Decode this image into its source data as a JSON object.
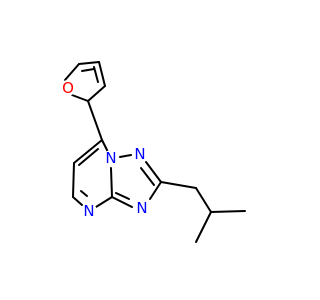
{
  "molecule": {
    "atom_labels": {
      "furan_oxygen": "O",
      "bridge_nitrogen": "N",
      "triazole_nitrogen_top": "N",
      "triazole_nitrogen_bottom": "N",
      "pyrimidine_nitrogen": "N"
    },
    "colors": {
      "bond": "#000000",
      "oxygen": "#ff0000",
      "nitrogen": "#0000ff",
      "background": "#ffffff"
    }
  }
}
